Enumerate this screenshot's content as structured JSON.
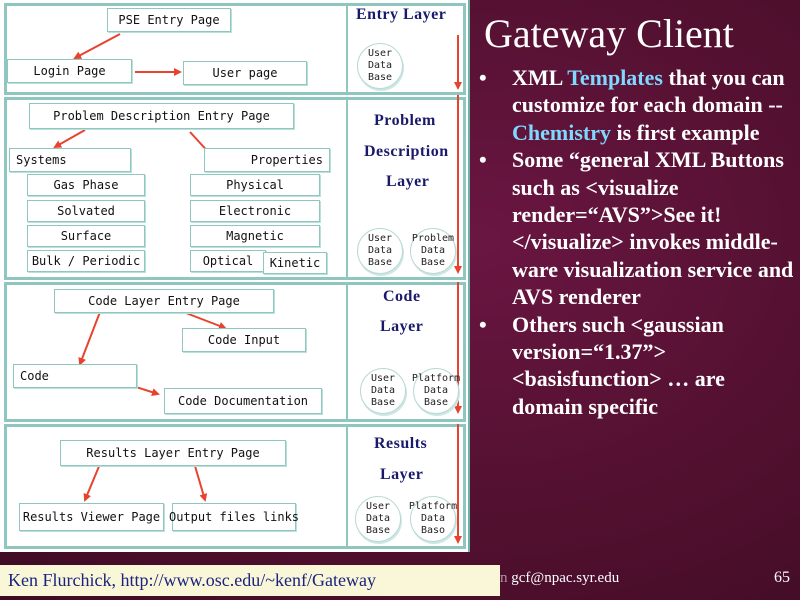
{
  "slide": {
    "title": "Gateway Client",
    "bullets": [
      {
        "parts": [
          {
            "text": "XML ",
            "hl": false
          },
          {
            "text": "Templates",
            "hl": true
          },
          {
            "text": " that you can customize for each domain -- ",
            "hl": false
          },
          {
            "text": "Chemistry",
            "hl": true
          },
          {
            "text": " is first example",
            "hl": false
          }
        ]
      },
      {
        "parts": [
          {
            "text": "Some “general XML Buttons such as <visualize render=“AVS”>See it!</visualize> invokes middle-ware visualization service and AVS renderer",
            "hl": false
          }
        ]
      },
      {
        "parts": [
          {
            "text": "Others such <gaussian version=“1.37”> <basisfunction> … are domain specific",
            "hl": false
          }
        ]
      }
    ],
    "footer": "Ken Flurchick, http://www.osc.edu/~kenf/Gateway",
    "email_prefix": "n",
    "email": "gcf@npac.syr.edu",
    "page_number": "65"
  },
  "diagram": {
    "entry": {
      "layer": "Entry Layer",
      "pse_entry": "PSE Entry Page",
      "login": "Login Page",
      "user_page": "User page",
      "db_user": "User\nData\nBase"
    },
    "problem": {
      "layer_line1": "Problem",
      "layer_line2": "Description",
      "layer_line3": "Layer",
      "entry": "Problem Description Entry Page",
      "systems": "Systems",
      "properties": "Properties",
      "gas_phase": "Gas Phase",
      "solvated": "Solvated",
      "surface": "Surface",
      "bulk": "Bulk / Periodic",
      "physical": "Physical",
      "electronic": "Electronic",
      "magnetic": "Magnetic",
      "optical": "Optical",
      "kinetic": "Kinetic",
      "db_user": "User\nData\nBase",
      "db_problem": "Problem\nData\nBase"
    },
    "code": {
      "layer_line1": "Code",
      "layer_line2": "Layer",
      "entry": "Code Layer Entry Page",
      "input": "Code Input",
      "code": "Code",
      "documentation": "Code Documentation",
      "db_user": "User\nData\nBase",
      "db_platform": "Platform\nData\nBase"
    },
    "results": {
      "layer_line1": "Results",
      "layer_line2": "Layer",
      "entry": "Results Layer Entry Page",
      "viewer": "Results Viewer Page",
      "output": "Output files links",
      "db_user": "User\nData\nBase",
      "db_platform": "Platform\nData\nBaso"
    }
  }
}
